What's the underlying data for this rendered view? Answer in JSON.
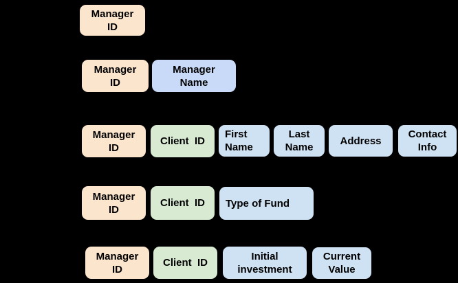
{
  "diagram": {
    "background": "#000000",
    "text_color": "#000000",
    "colors": {
      "peach": "#fce5cd",
      "green": "#d9ead3",
      "cornflower": "#c9daf8",
      "lightblue": "#cfe2f3"
    },
    "rows": [
      {
        "boxes": [
          {
            "id": "manager-id",
            "label": "Manager\nID",
            "color": "peach"
          }
        ]
      },
      {
        "boxes": [
          {
            "id": "manager-id",
            "label": "Manager\nID",
            "color": "peach"
          },
          {
            "id": "manager-name",
            "label": "Manager\nName",
            "color": "cornflower"
          }
        ]
      },
      {
        "boxes": [
          {
            "id": "manager-id",
            "label": "Manager\nID",
            "color": "peach"
          },
          {
            "id": "client-id",
            "label": "Client  ID",
            "color": "green"
          },
          {
            "id": "first-name",
            "label": "First\nName",
            "color": "lightblue"
          },
          {
            "id": "last-name",
            "label": "Last\nName",
            "color": "lightblue"
          },
          {
            "id": "address",
            "label": "Address",
            "color": "lightblue"
          },
          {
            "id": "contact-info",
            "label": "Contact\nInfo",
            "color": "lightblue"
          }
        ]
      },
      {
        "boxes": [
          {
            "id": "manager-id",
            "label": "Manager\nID",
            "color": "peach"
          },
          {
            "id": "client-id",
            "label": "Client  ID",
            "color": "green"
          },
          {
            "id": "type-of-fund",
            "label": "Type of Fund",
            "color": "lightblue"
          }
        ]
      },
      {
        "boxes": [
          {
            "id": "manager-id",
            "label": "Manager\nID",
            "color": "peach"
          },
          {
            "id": "client-id",
            "label": "Client  ID",
            "color": "green"
          },
          {
            "id": "initial-investment",
            "label": "Initial\ninvestment",
            "color": "lightblue"
          },
          {
            "id": "current-value",
            "label": "Current\nValue",
            "color": "lightblue"
          }
        ]
      }
    ]
  }
}
